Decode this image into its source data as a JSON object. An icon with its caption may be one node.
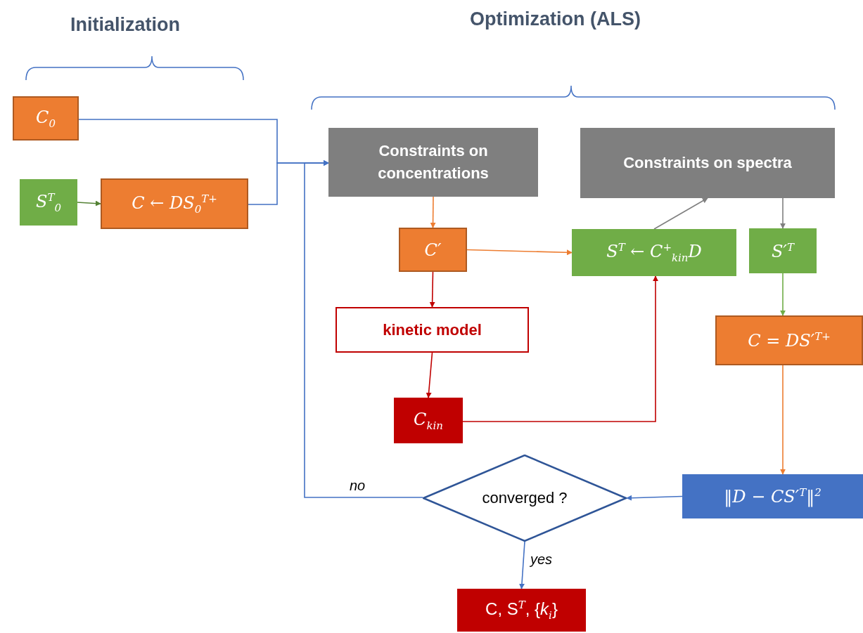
{
  "diagram": {
    "nodes": [
      {
        "text": [
          "C$_{0}$"
        ]
      },
      {
        "text": [
          "S$^{T}$$_{0}$"
        ]
      },
      {
        "text": [
          "C ← DS$_{0}$$^{T+}$"
        ]
      },
      {
        "text": [
          "Constraints on concentrations"
        ]
      },
      {
        "text": [
          "Constraints on spectra"
        ]
      },
      {
        "text": [
          "C′"
        ]
      },
      {
        "text": [
          "S$^{T}$ ← C$^{+}$$_{kin}$D"
        ]
      },
      {
        "text": [
          "S′$^{T}$"
        ]
      },
      {
        "text": [
          "kinetic model"
        ]
      },
      {
        "text": [
          "C = DS′$^{T+}$"
        ]
      },
      {
        "text": [
          "C$_{kin}$"
        ]
      },
      {
        "text": [
          "converged ?"
        ]
      },
      {
        "text": [
          "‖D − CS′$^{T}$‖$^{2}$"
        ]
      },
      {
        "text": [
          "C, S$^{T}$, {*k*$_{i}$}"
        ]
      }
    ],
    "edges": [
      {
        "from": 0,
        "to": 3,
        "arrow": "to"
      },
      {
        "from": 2,
        "to": 3,
        "arrow": "to"
      },
      {
        "from": 1,
        "to": 2,
        "arrow": "to",
        "color": "#548235"
      },
      {
        "from": 3,
        "to": 5,
        "arrow": "to",
        "color": "#ed7d31"
      },
      {
        "from": 5,
        "to": 6,
        "arrow": "to",
        "color": "#ed7d31"
      },
      {
        "from": 5,
        "to": 8,
        "arrow": "to",
        "color": "#c00000"
      },
      {
        "from": 8,
        "to": 10,
        "arrow": "to",
        "color": "#c00000"
      },
      {
        "from": 10,
        "to": 6,
        "arrow": "to",
        "color": "#c00000"
      },
      {
        "from": 6,
        "to": 4,
        "arrow": "to",
        "color": "#7f7f7f"
      },
      {
        "from": 4,
        "to": 7,
        "arrow": "to",
        "color": "#7f7f7f"
      },
      {
        "from": 7,
        "to": 9,
        "arrow": "to",
        "color": "#70ad47"
      },
      {
        "from": 9,
        "to": 12,
        "arrow": "to",
        "color": "#ed7d31"
      },
      {
        "from": 12,
        "to": 11,
        "arrow": "to"
      },
      {
        "from": 11,
        "to": 3,
        "arrow": "to",
        "label": "no"
      },
      {
        "from": 11,
        "to": 13,
        "arrow": "to",
        "label": "yes"
      }
    ],
    "labels": [
      "Initialization",
      "Optimization (ALS)"
    ]
  }
}
